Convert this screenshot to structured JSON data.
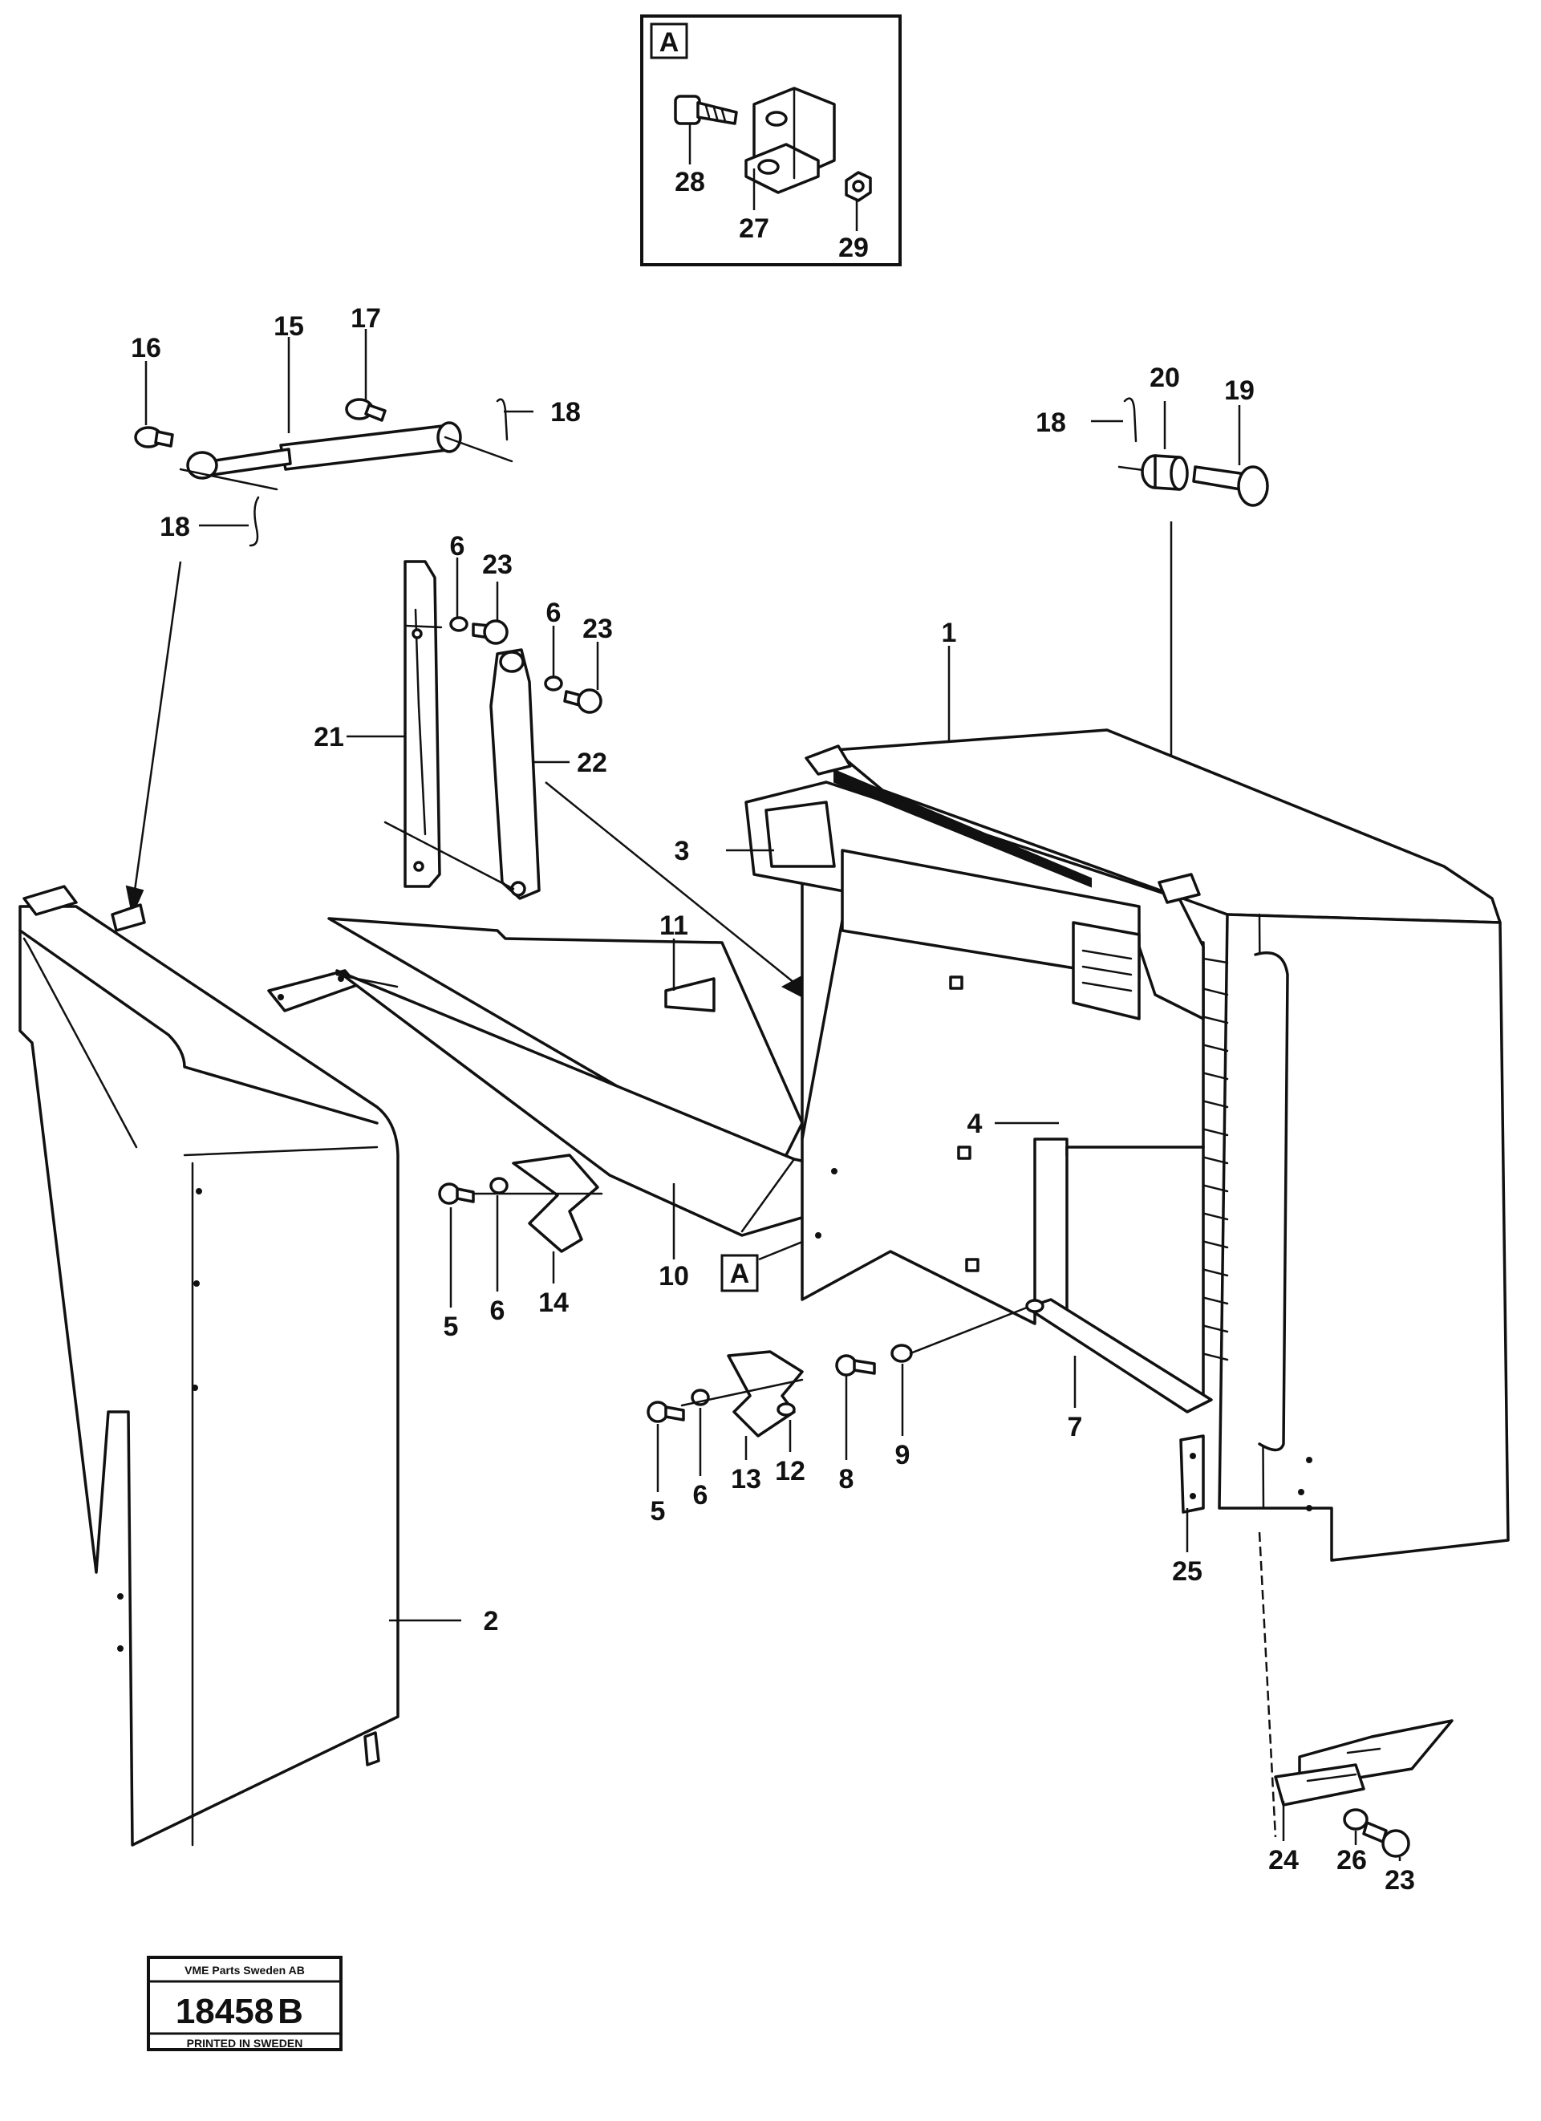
{
  "diagram": {
    "inset": {
      "label": "A",
      "callouts": [
        "28",
        "27",
        "29"
      ]
    },
    "view_ref_label": "A",
    "callouts": {
      "c1": "1",
      "c2": "2",
      "c3": "3",
      "c4": "4",
      "c5a": "5",
      "c5b": "5",
      "c6a": "6",
      "c6b": "6",
      "c6c": "6",
      "c6d": "6",
      "c7": "7",
      "c8": "8",
      "c9": "9",
      "c10": "10",
      "c11": "11",
      "c12": "12",
      "c13": "13",
      "c14": "14",
      "c15": "15",
      "c16": "16",
      "c17": "17",
      "c18a": "18",
      "c18b": "18",
      "c18c": "18",
      "c19": "19",
      "c20": "20",
      "c21": "21",
      "c22": "22",
      "c23a": "23",
      "c23b": "23",
      "c23c": "23",
      "c24": "24",
      "c25": "25",
      "c26": "26"
    },
    "stamp": {
      "company": "VME Parts Sweden AB",
      "number": "18458",
      "revision": "B",
      "printed": "PRINTED IN SWEDEN"
    }
  }
}
